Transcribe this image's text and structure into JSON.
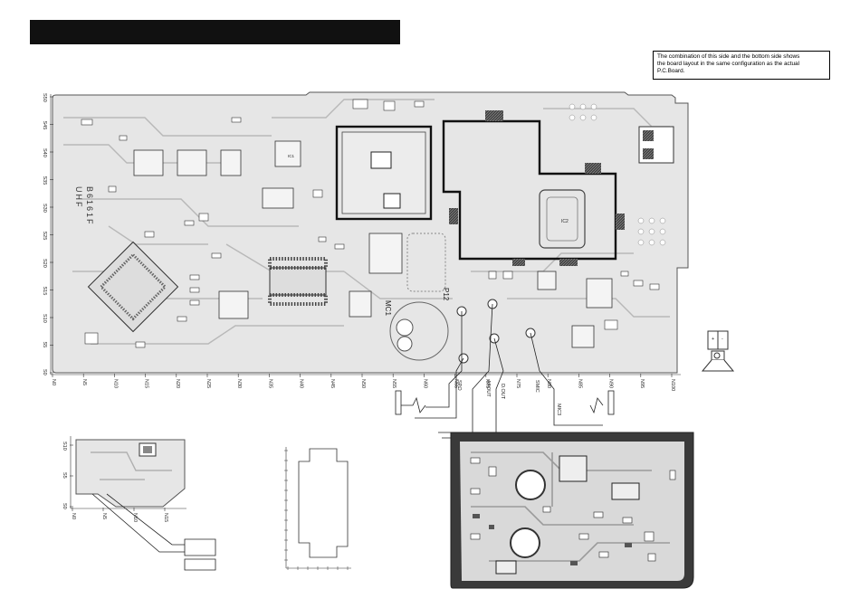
{
  "header": {
    "title": ""
  },
  "note": {
    "lines": [
      "The combination of this side and the bottom side shows",
      "the board layout in the same configuration as the actual",
      "P.C.Board."
    ]
  },
  "board": {
    "model_text": "B6161F",
    "band_text": "UHF",
    "x_ticks": [
      "N0",
      "N5",
      "N10",
      "N15",
      "N20",
      "N25",
      "N30",
      "N35",
      "N40",
      "N45",
      "N50",
      "N55",
      "N60",
      "N65",
      "N70",
      "N75",
      "N80",
      "N85",
      "N90",
      "N95",
      "N100"
    ],
    "y_ticks": [
      "S0",
      "S5",
      "S10",
      "S15",
      "S20",
      "S25",
      "S30",
      "S35",
      "S40",
      "S45",
      "S50"
    ],
    "components": {
      "mic": "MC1",
      "connector": "P12",
      "ic_main": "IC1",
      "ic_if": "IC2"
    }
  },
  "connectors": {
    "labels": [
      "SPO",
      "AFOUT",
      "D.OUT",
      "SMIC",
      "MIC3"
    ]
  },
  "small_board": {
    "x_ticks": [
      "N0",
      "N5",
      "N10",
      "N15"
    ],
    "y_ticks": [
      "S0",
      "S5",
      "S10"
    ]
  },
  "speaker": {
    "plus": "+",
    "minus": "-"
  }
}
